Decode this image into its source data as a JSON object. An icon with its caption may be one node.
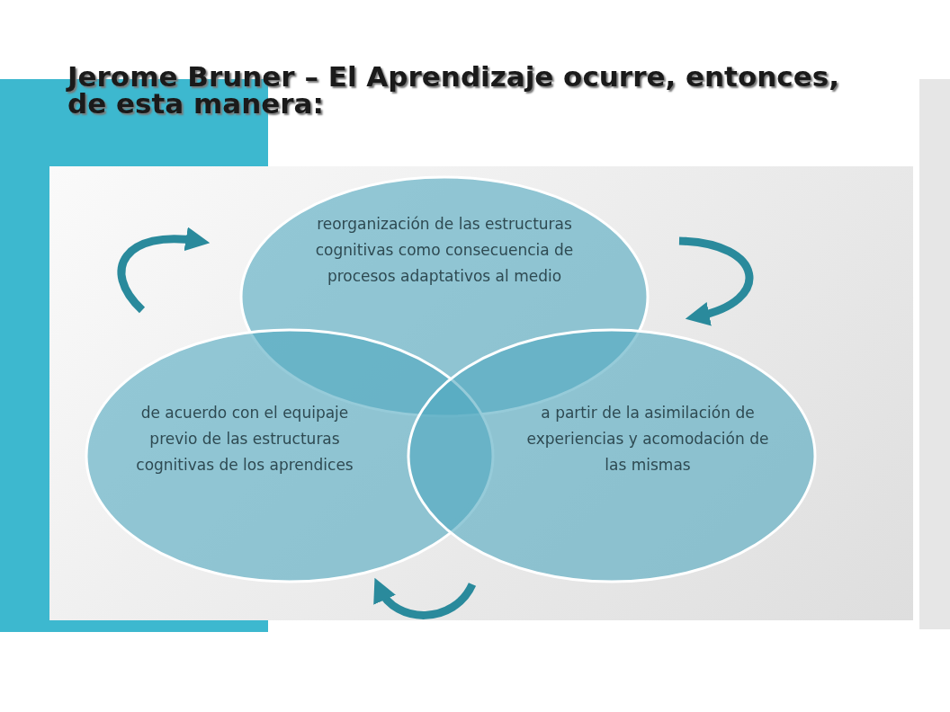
{
  "diagram": {
    "title": "Jerome Bruner – El Aprendizaje ocurre, entonces, de esta manera:",
    "nodes": [
      {
        "text": [
          "reorganización de las estructuras cognitivas como consecuencia de procesos adaptativos al medio"
        ]
      },
      {
        "text": [
          "de acuerdo con el equipaje previo de las estructuras cognitivas de los aprendices"
        ]
      },
      {
        "text": [
          "a partir de la asimilación de experiencias y acomodación de las mismas"
        ]
      }
    ]
  }
}
